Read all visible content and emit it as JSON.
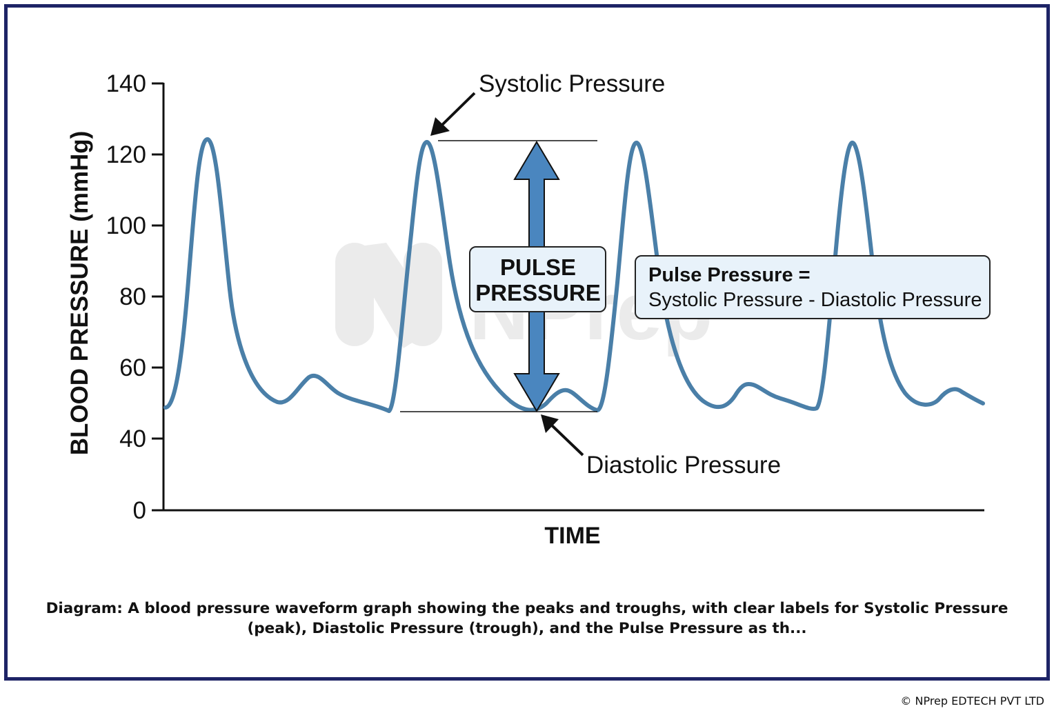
{
  "diagram": {
    "y_axis": {
      "label": "BLOOD PRESSURE (mmHg)",
      "ticks": [
        0,
        40,
        60,
        80,
        100,
        120,
        140
      ],
      "range": [
        0,
        140
      ]
    },
    "x_axis": {
      "label": "TIME"
    },
    "waveform": {
      "color": "#4a7fa8",
      "peak_mmHg": 124,
      "trough_mmHg": 48
    },
    "annotations": {
      "systolic": "Systolic Pressure",
      "diastolic": "Diastolic Pressure",
      "pulse_pressure_line1": "PULSE",
      "pulse_pressure_line2": "PRESSURE",
      "formula_title": "Pulse Pressure =",
      "formula_body": "Systolic Pressure - Diastolic Pressure"
    },
    "watermark": "NPrep",
    "colors": {
      "frame": "#1e2466",
      "arrow": "#4a86bf",
      "box_fill": "#e8f2fa"
    }
  },
  "caption": "Diagram: A blood pressure waveform graph showing the peaks and troughs, with clear labels for Systolic Pressure (peak), Diastolic Pressure (trough), and the Pulse Pressure as th...",
  "copyright": "© NPrep EDTECH PVT LTD"
}
